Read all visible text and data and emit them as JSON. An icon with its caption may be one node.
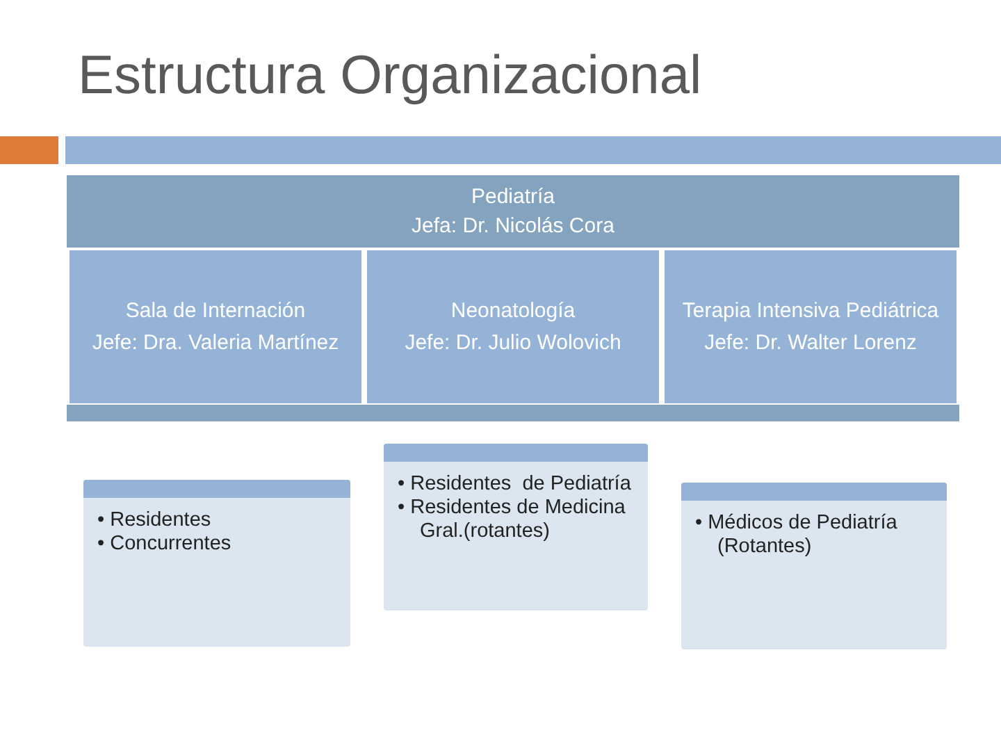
{
  "diagram": {
    "title": "Estructura Organizacional",
    "nodes": [
      {
        "text": [
          "Pediatría",
          "Jefa: Dr. Nicolás Cora"
        ]
      },
      {
        "text": [
          "Sala de  Internación",
          "Jefe: Dra. Valeria Martínez"
        ]
      },
      {
        "text": [
          "Neonatología",
          "Jefe: Dr. Julio  Wolovich"
        ]
      },
      {
        "text": [
          "Terapia Intensiva Pediátrica",
          "Jefe: Dr. Walter Lorenz"
        ]
      },
      {
        "text": [
          "• Residentes",
          "• Concurrentes"
        ]
      },
      {
        "text": [
          "• Residentes  de Pediatría",
          "• Residentes de Medicina Gral.(rotantes)"
        ]
      },
      {
        "text": [
          "• Médicos de Pediatría (Rotantes)"
        ]
      }
    ]
  }
}
